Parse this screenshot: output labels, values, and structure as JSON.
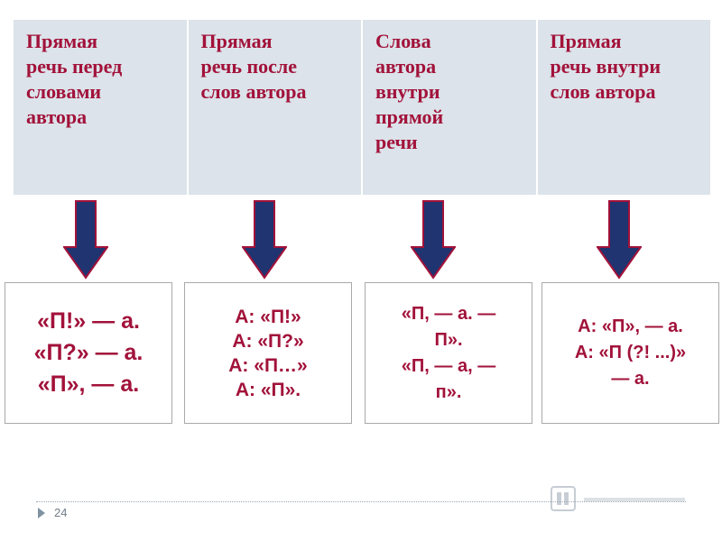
{
  "headers": [
    "Прямая\nречь перед\nсловами\nавтора",
    "Прямая\nречь после\nслов автора",
    "Слова\nавтора\nвнутри\nпрямой\nречи",
    "Прямая\nречь внутри\nслов автора"
  ],
  "boxes": [
    {
      "lines": [
        "«П!» — а.",
        "«П?» — а.",
        "«П», — а."
      ]
    },
    {
      "lines": [
        "А: «П!»",
        "А: «П?»",
        "А: «П…»",
        "А: «П»."
      ]
    },
    {
      "lines": [
        "«П, — а. —",
        "П».",
        "«П, — а, —",
        "п»."
      ]
    },
    {
      "lines": [
        "А: «П», — а.",
        "А: «П (?! ...)»",
        "— а."
      ]
    }
  ],
  "footer": {
    "page_number": "24"
  },
  "colors": {
    "header_bg": "#dce3ea",
    "text": "#a2123a",
    "arrow_fill": "#1f3470",
    "arrow_stroke": "#a2123a"
  }
}
